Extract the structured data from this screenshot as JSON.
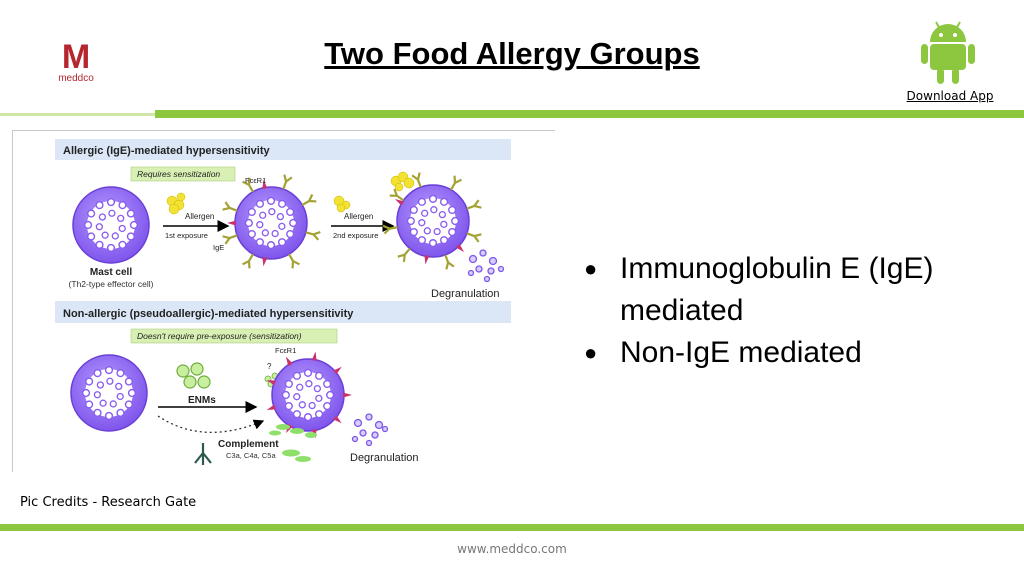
{
  "header": {
    "logo_letter": "M",
    "logo_text": "meddco",
    "title": "Two Food Allergy Groups",
    "download_label": "Download App"
  },
  "figure": {
    "section1_title": "Allergic (IgE)-mediated hypersensitivity",
    "section1_note": "Requires sensitization",
    "fceri_label": "FcεR1",
    "allergen1_label": "Allergen",
    "exposure1_label": "1st exposure",
    "ige_label": "IgE",
    "allergen2_label": "Allergen",
    "exposure2_label": "2nd exposure",
    "mast_cell_label": "Mast cell",
    "mast_cell_sub": "(Th2-type effector cell)",
    "degranulation1_label": "Degranulation",
    "section2_title": "Non-allergic (pseudoallergic)-mediated hypersensitivity",
    "section2_note": "Doesn't require pre-exposure (sensitization)",
    "fceri2_label": "FcεR1",
    "question_mark": "?",
    "enms_label": "ENMs",
    "complement_label": "Complement",
    "complement_sub": "C3a, C4a, C5a",
    "degranulation2_label": "Degranulation"
  },
  "bullets": [
    {
      "line1": "Immunoglobulin E (IgE)",
      "line2": "mediated"
    },
    {
      "line1": "Non-IgE mediated",
      "line2": ""
    }
  ],
  "credits": "Pic Credits - Research Gate",
  "footer_url": "www.meddco.com",
  "colors": {
    "accent_green": "#8dc63f",
    "logo_red": "#b5262e",
    "cell_purple": "#8a5cf0"
  }
}
